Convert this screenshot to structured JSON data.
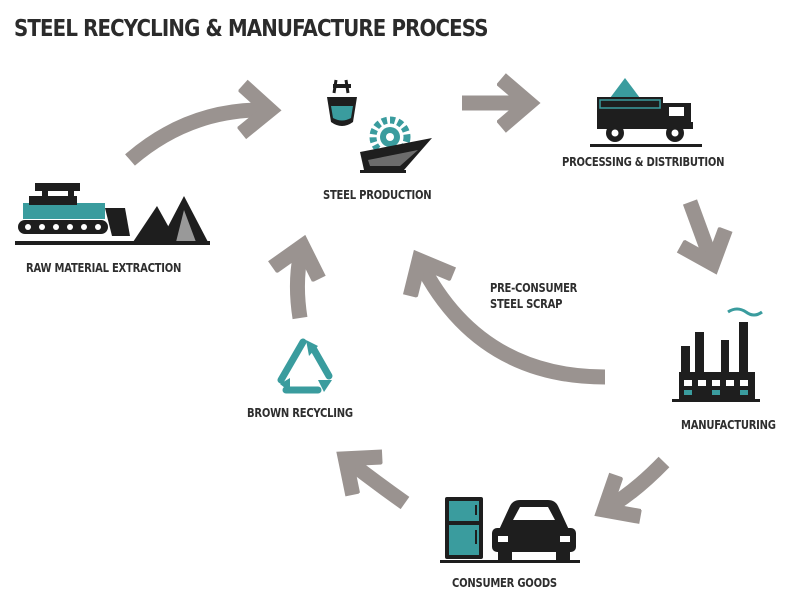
{
  "diagram": {
    "title": "STEEL RECYCLING & MANUFACTURE PROCESS",
    "stages": {
      "raw_material_extraction": "RAW MATERIAL EXTRACTION",
      "steel_production": "STEEL PRODUCTION",
      "processing_distribution": "PROCESSING & DISTRIBUTION",
      "manufacturing": "MANUFACTURING",
      "consumer_goods": "CONSUMER GOODS",
      "brown_recycling": "BROWN RECYCLING"
    },
    "annotations": {
      "pre_consumer_line1": "PRE-CONSUMER",
      "pre_consumer_line2": "STEEL SCRAP"
    },
    "colors": {
      "arrow": "#9a9390",
      "dark": "#1e1e1e",
      "accent": "#3a9c9e",
      "text": "#2e2e2e"
    }
  }
}
